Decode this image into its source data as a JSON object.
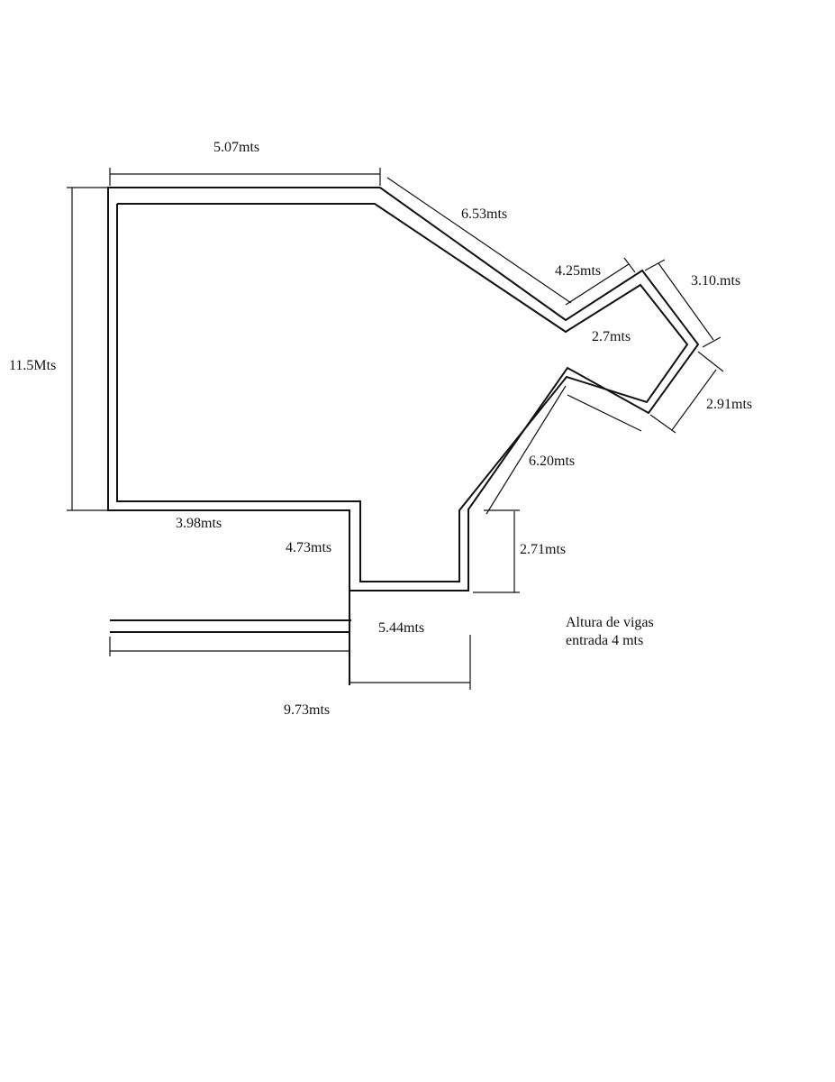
{
  "diagram": {
    "dimensions": {
      "top": "5.07mts",
      "diagonal_upper": "6.53mts",
      "notch_upper": "4.25mts",
      "right_upper": "3.10.mts",
      "notch_opening": "2.7mts",
      "right_lower": "2.91mts",
      "diagonal_lower": "6.20mts",
      "left_height": "11.5Mts",
      "bottom_left": "3.98mts",
      "step_height": "4.73mts",
      "entrance_height": "2.71mts",
      "entrance_width": "5.44mts",
      "total_bottom": "9.73mts"
    },
    "note": {
      "line1": "Altura de vigas",
      "line2": "entrada 4 mts"
    }
  }
}
